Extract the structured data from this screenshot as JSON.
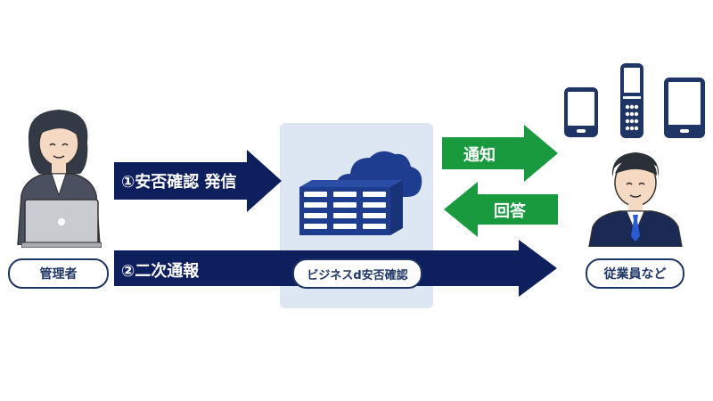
{
  "flow": {
    "admin_label": "管理者",
    "send_label": "①安否確認 発信",
    "secondary_label": "②二次通報",
    "service_label": "ビジネスd安否確認",
    "notify_label": "通知",
    "reply_label": "回答",
    "employees_label": "従業員など"
  },
  "colors": {
    "navy": "#0d1f5c",
    "green": "#1a9a3f",
    "panel": "#dde7f4",
    "outline": "#1f3566"
  },
  "icons": [
    "admin-person-icon",
    "laptop-icon",
    "cloud-icon",
    "server-rack-icon",
    "smartphone-icon",
    "flip-phone-icon",
    "tablet-icon",
    "employee-person-icon"
  ]
}
